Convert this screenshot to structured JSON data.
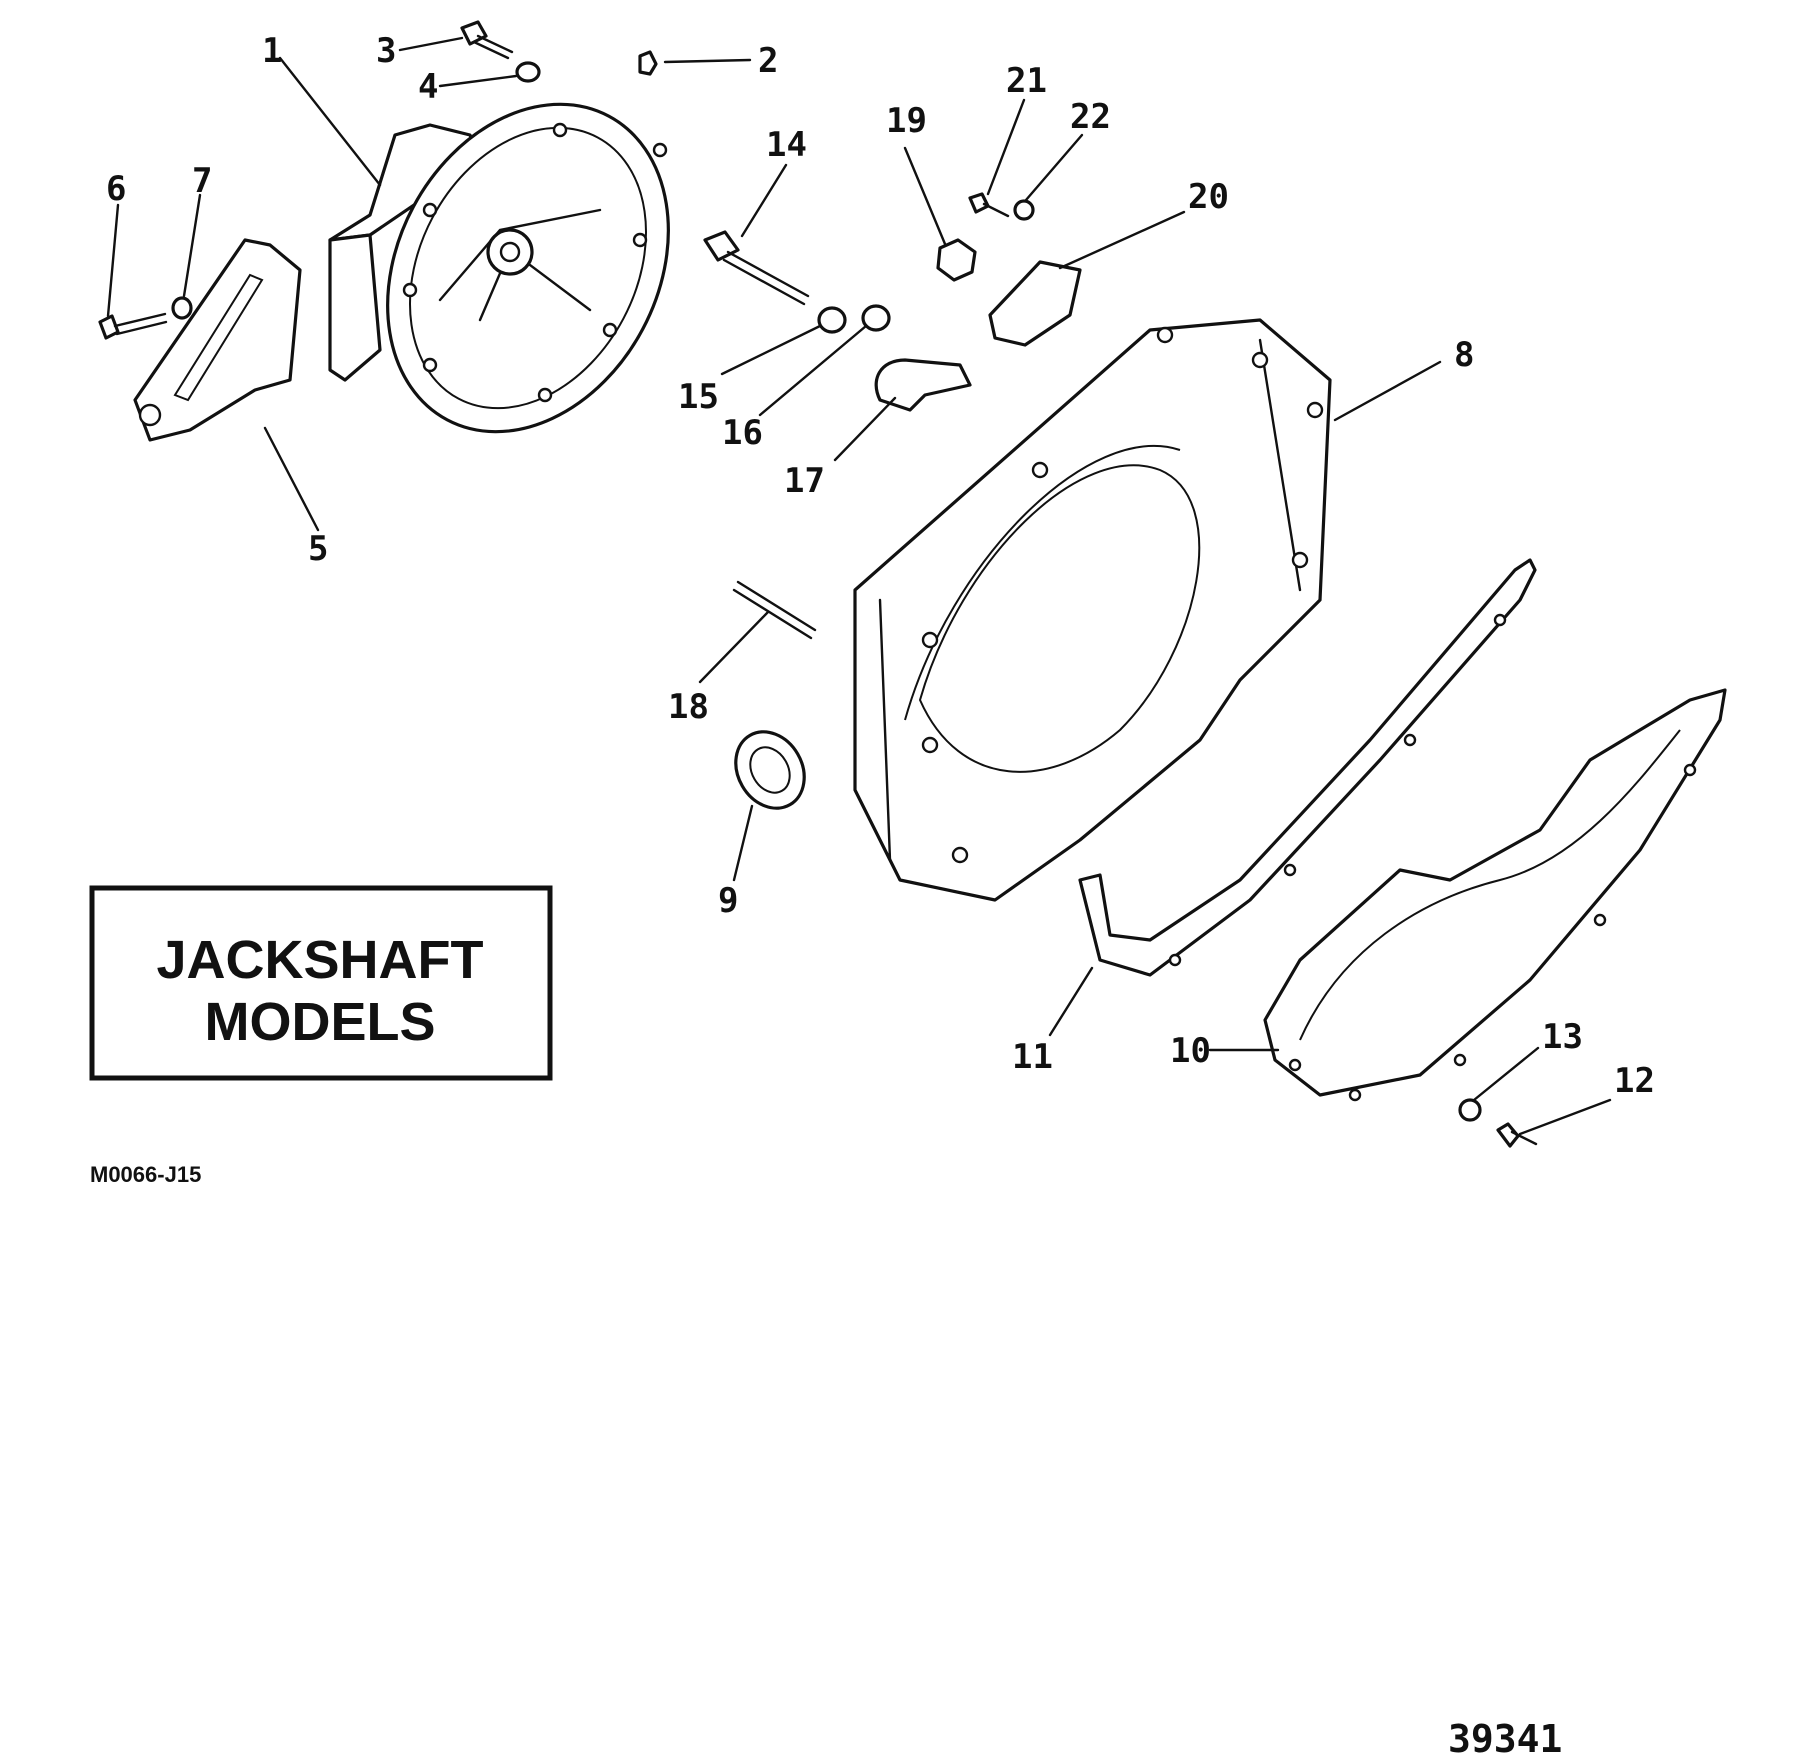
{
  "callouts": [
    "1",
    "2",
    "3",
    "4",
    "5",
    "6",
    "7",
    "8",
    "9",
    "10",
    "11",
    "12",
    "13",
    "14",
    "15",
    "16",
    "17",
    "18",
    "19",
    "20",
    "21",
    "22"
  ],
  "label_box": {
    "line1": "JACKSHAFT",
    "line2": "MODELS"
  },
  "drawing_code": "M0066-J15",
  "figure_number": "39341",
  "colors": {
    "ink": "#111111",
    "paper": "#ffffff"
  }
}
